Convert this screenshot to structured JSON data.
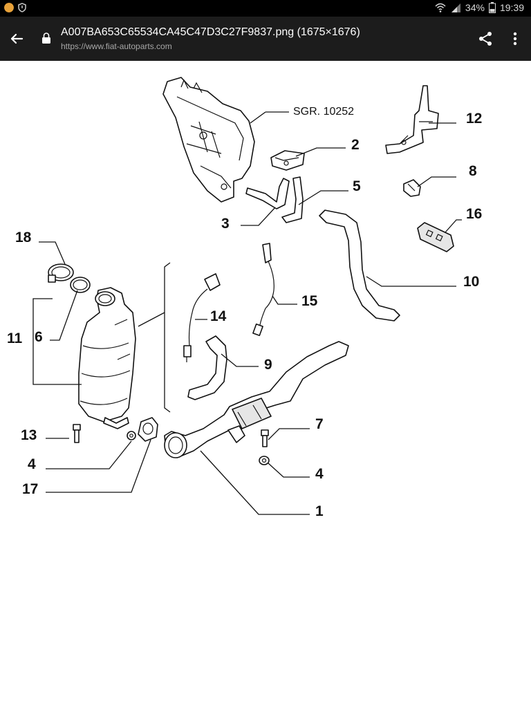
{
  "status_bar": {
    "battery": "34%",
    "time": "19:39"
  },
  "browser": {
    "title": "A007BA653C65534CA45C47D3C27F9837.png (1675×1676)",
    "url": "https://www.fiat-autoparts.com"
  },
  "icons": [
    "orange-dot-icon",
    "shield-icon",
    "wifi-icon",
    "signal-icon",
    "battery-icon",
    "back-arrow-icon",
    "lock-icon",
    "share-icon",
    "more-vert-icon"
  ],
  "diagram": {
    "reference": "SGR. 10252",
    "callouts": [
      "2",
      "12",
      "8",
      "5",
      "3",
      "16",
      "18",
      "10",
      "15",
      "14",
      "11",
      "6",
      "9",
      "7",
      "13",
      "4",
      "4",
      "17",
      "1"
    ]
  }
}
